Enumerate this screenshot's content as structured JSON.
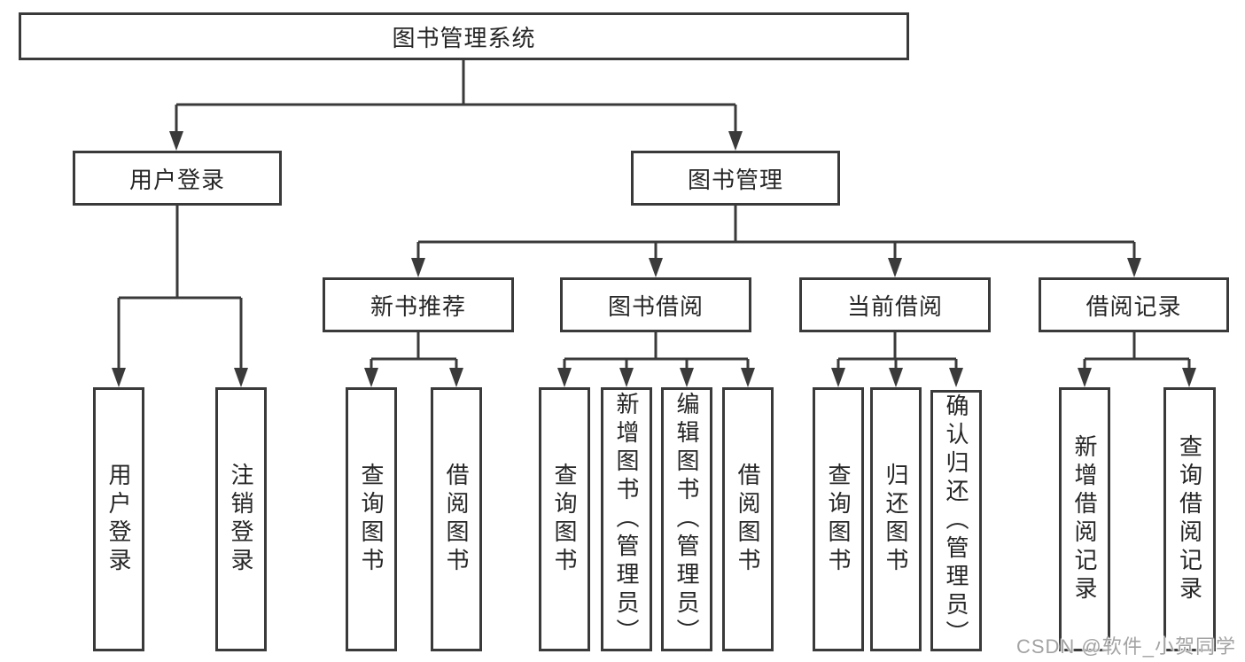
{
  "nodes": {
    "root": "图书管理系统",
    "user_login": "用户登录",
    "book_management": "图书管理",
    "new_book_recommend": "新书推荐",
    "book_borrow": "图书借阅",
    "current_borrow": "当前借阅",
    "borrow_records": "借阅记录",
    "leaf_user_login": "用户登录",
    "leaf_logout": "注销登录",
    "leaf_rec_query_book": "查询图书",
    "leaf_rec_borrow_book": "借阅图书",
    "leaf_bb_query_book": "查询图书",
    "leaf_bb_add_book": "新增图书（管理员）",
    "leaf_bb_edit_book": "编辑图书（管理员）",
    "leaf_bb_borrow_book": "借阅图书",
    "leaf_cb_query_book": "查询图书",
    "leaf_cb_return_book": "归还图书",
    "leaf_cb_confirm_return": "确认归还（管理员）",
    "leaf_br_add_record": "新增借阅记录",
    "leaf_br_query_record": "查询借阅记录"
  },
  "watermark": "CSDN @软件_小贺同学",
  "colors": {
    "line": "#3a3a3a",
    "text": "#262626",
    "background": "#ffffff",
    "watermark": "#a3a3a3"
  }
}
